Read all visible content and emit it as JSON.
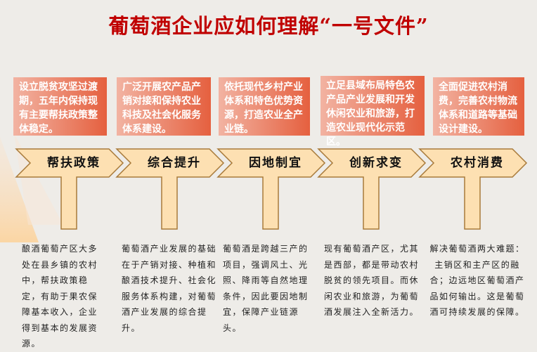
{
  "title": "葡萄酒企业应如何理解“一号文件”",
  "colors": {
    "title": "#c00000",
    "box_left": "#f2b3a2",
    "box_right": "#e5603f",
    "chevron_fill": "#fde0b2",
    "chevron_stroke": "#a87a3a"
  },
  "steps": [
    {
      "label": "帮扶政策",
      "summary": "设立脱贫攻坚过渡期，五年内保持现有主要帮扶政策整体稳定。",
      "detail": "酿酒葡萄产区大多处在县乡镇的农村中，帮扶政策稳定，有助于果农保障基本收入，企业得到基本的发展资源。"
    },
    {
      "label": "综合提升",
      "summary": "广泛开展农产品产销对接和保持农业科技及社会化服务体系建设。",
      "detail": "葡萄酒产业发展的基础在于产销对接、种植和酿酒技术提升、社会化服务体系构建，对葡萄酒产业发展的综合提升。"
    },
    {
      "label": "因地制宜",
      "summary": "依托现代乡村产业体系和特色优势资源，打造农业全产业链。",
      "detail": "葡萄酒是跨越三产的项目，强调风土、光照、降雨等自然地理条件，因此要因地制宜，保障产业链源头。"
    },
    {
      "label": "创新求变",
      "summary": "立足县域布局特色农产品产业发展和开发休闲农业和旅游，打造农业现代化示范区。",
      "detail": "现有葡萄酒产区，尤其是西部，都是带动农村脱贫的领先项目。而休闲农业和旅游，为葡萄酒发展注入全新活力。"
    },
    {
      "label": "农村消费",
      "summary": "全面促进农村消费，完善农村物流体系和道路等基础设计建设。",
      "detail": "解决葡萄酒两大难题：主销区和主产区的融合；边远地区葡萄酒产品如何输出。这是葡萄酒可持续发展的保障。"
    }
  ]
}
